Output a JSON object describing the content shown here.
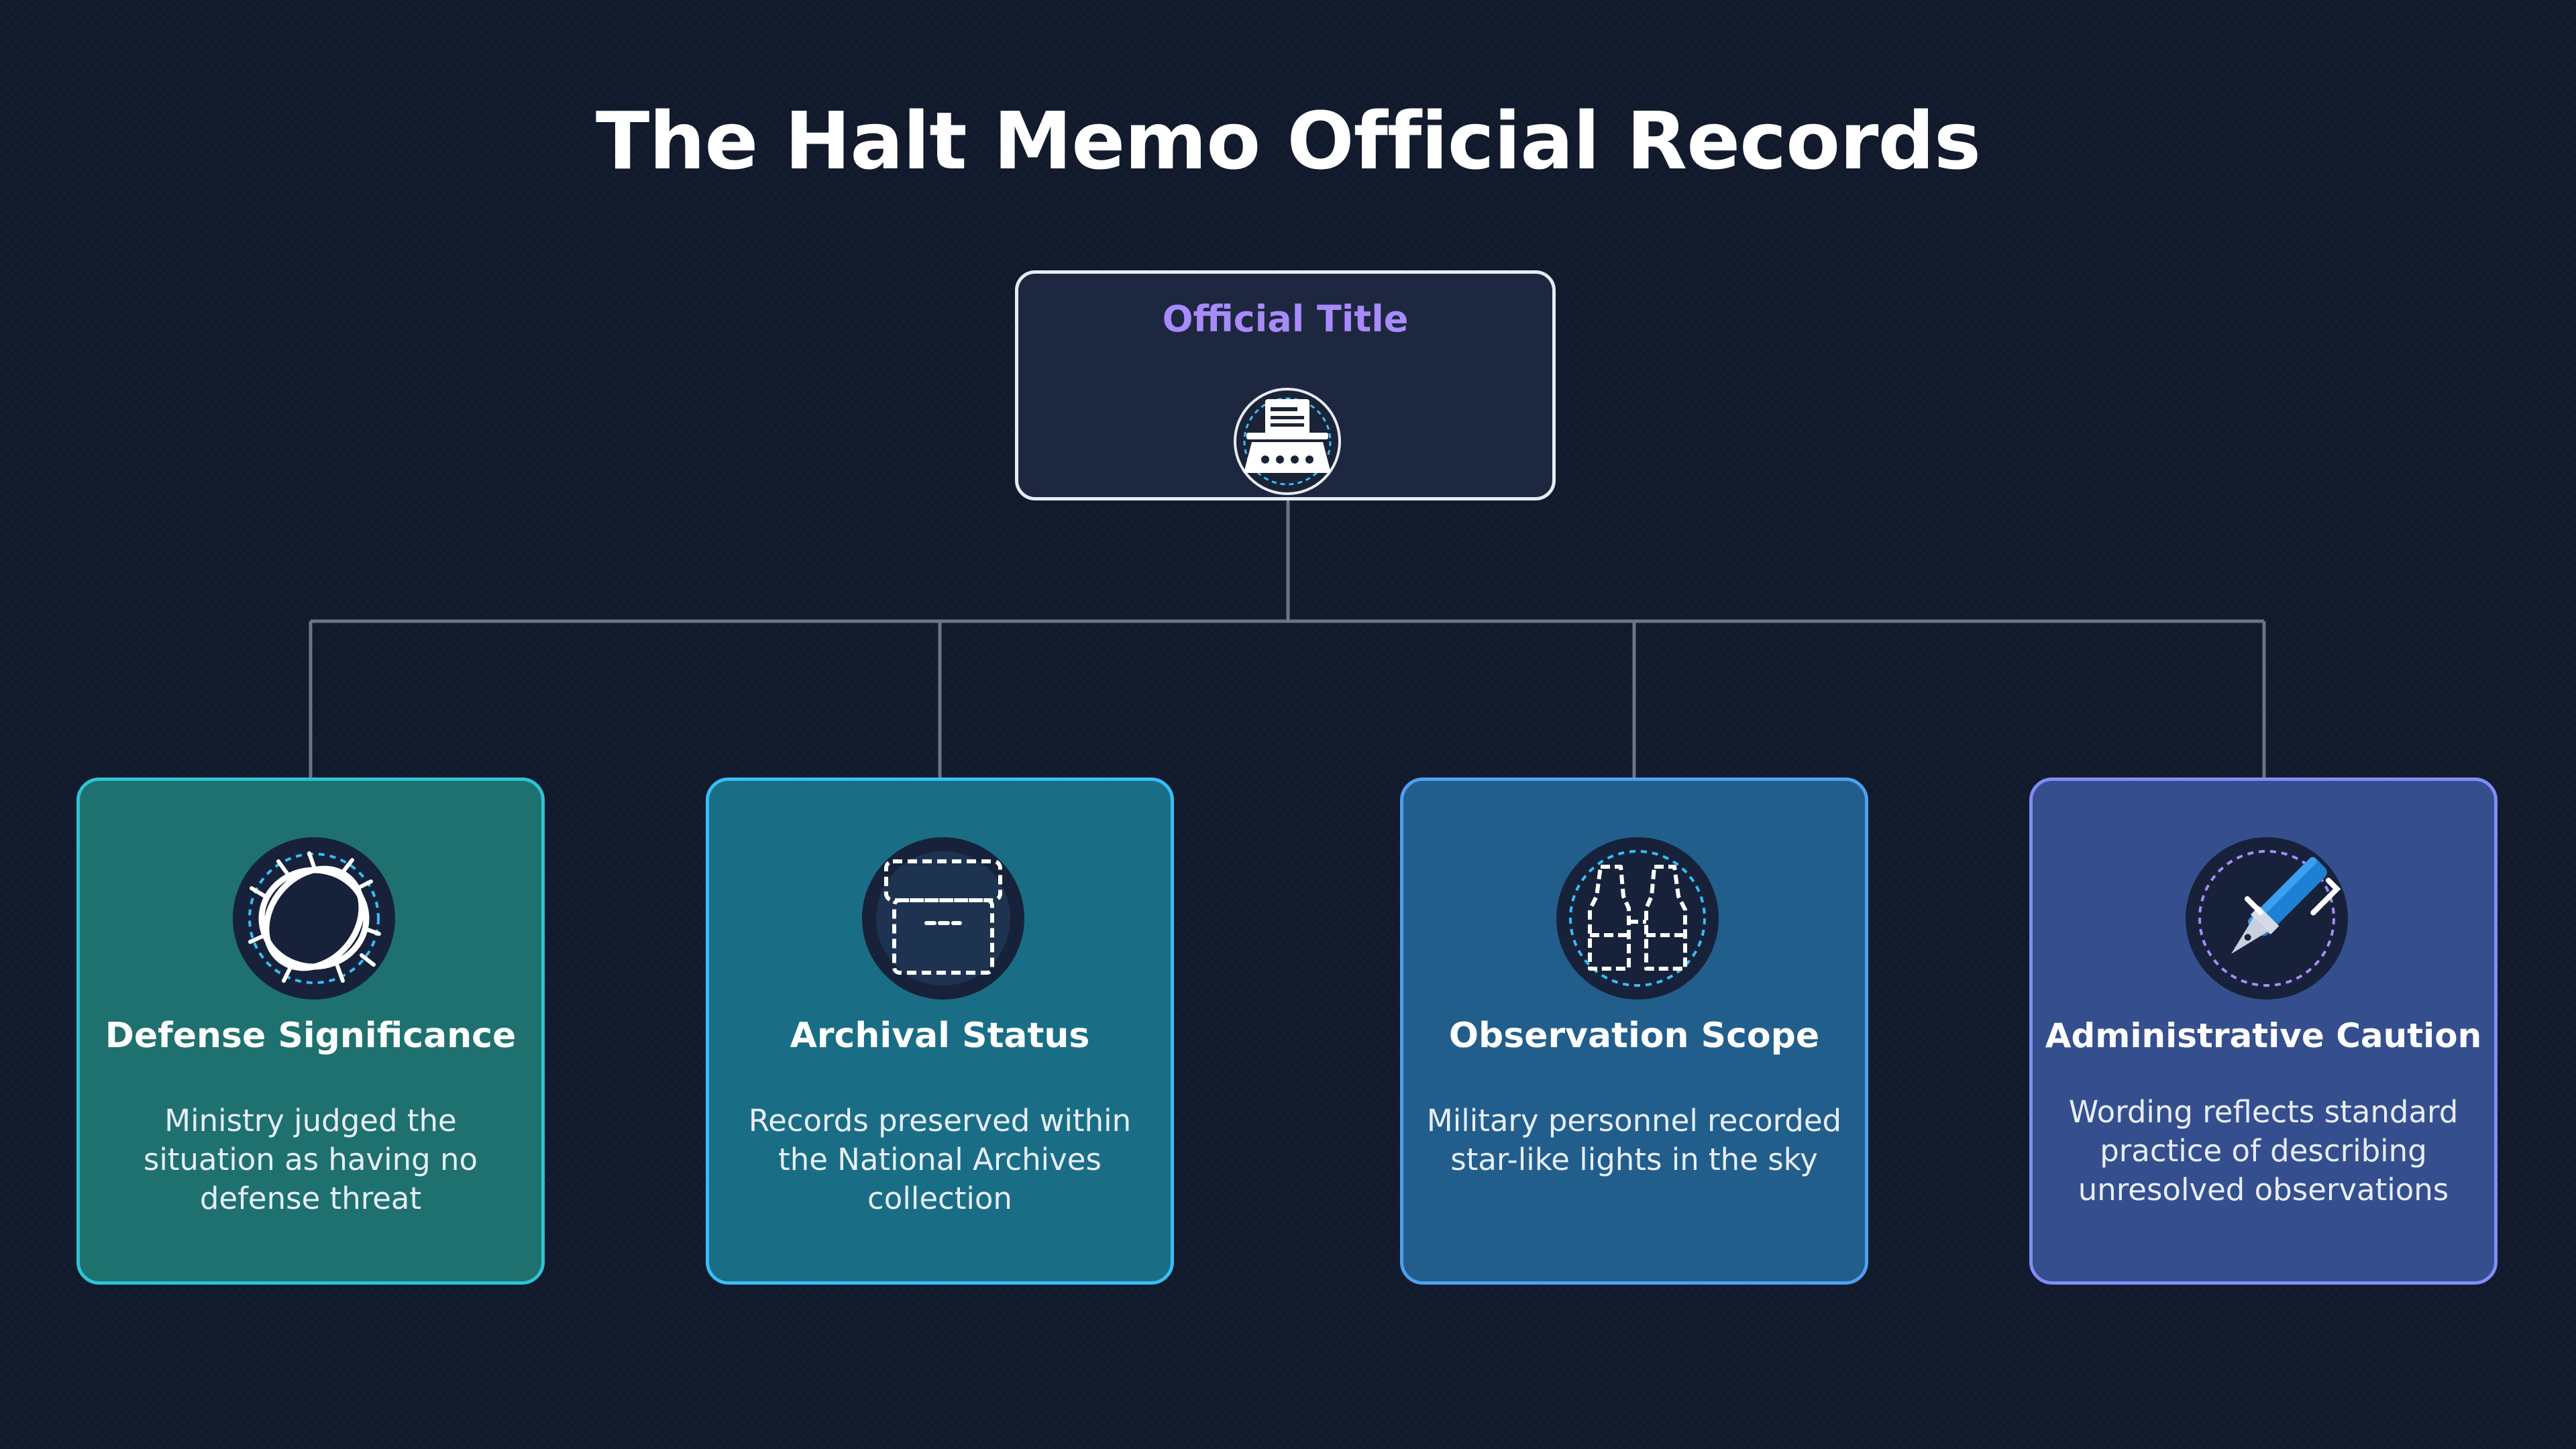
{
  "title": "The Halt Memo Official Records",
  "root": {
    "label": "Official Title",
    "icon": "typewriter-icon",
    "accent": "#a78bfa"
  },
  "cards": [
    {
      "title": "Defense Significance",
      "description": "Ministry judged the situation as having no defense threat",
      "icon": "crown-of-thorns-icon",
      "background": "#1e716e",
      "border": "#2dc3d7"
    },
    {
      "title": "Archival Status",
      "description": "Records preserved within the National Archives collection",
      "icon": "archive-box-icon",
      "background": "#196e85",
      "border": "#38bdf8"
    },
    {
      "title": "Observation Scope",
      "description": "Military personnel recorded star-like lights in the sky",
      "icon": "binoculars-icon",
      "background": "#215e8c",
      "border": "#4f9ff0"
    },
    {
      "title": "Administrative Caution",
      "description": "Wording reflects standard practice of describing unresolved observations",
      "icon": "fountain-pen-icon",
      "background": "#354f8e",
      "border": "#818cf8"
    }
  ]
}
